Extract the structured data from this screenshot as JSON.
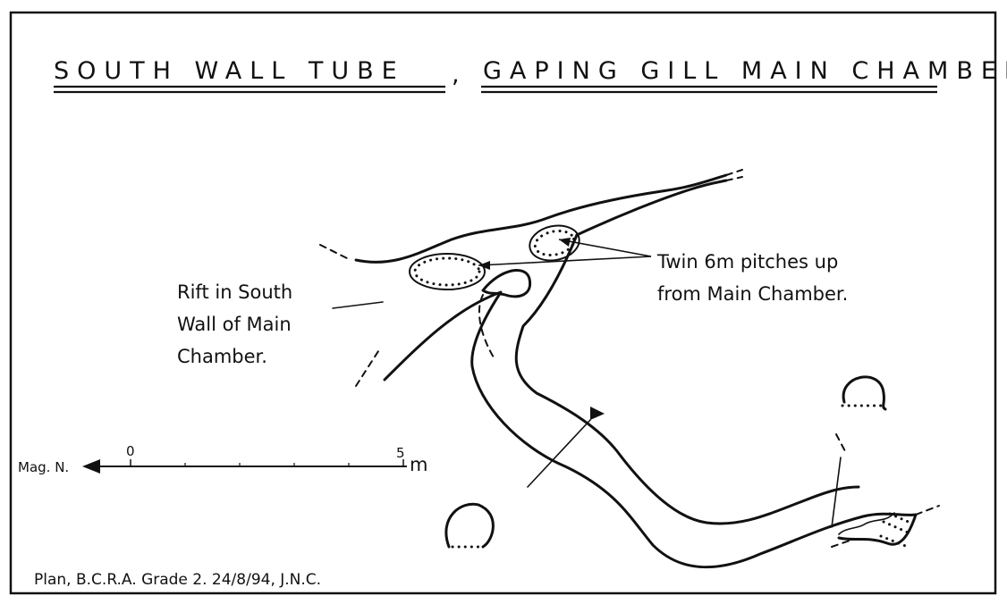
{
  "title": {
    "part1": "SOUTH WALL TUBE",
    "separator": ",",
    "part2": "GAPING GILL MAIN CHAMBER"
  },
  "labels": {
    "rift": [
      "Rift in South",
      "Wall of Main",
      "Chamber."
    ],
    "pitches": [
      "Twin 6m pitches up",
      "from Main Chamber."
    ]
  },
  "scale_bar": {
    "north_label": "Mag. N.",
    "zero": "0",
    "five": "5",
    "unit": "m"
  },
  "footer": "Plan, B.C.R.A. Grade 2. 24/8/94, J.N.C."
}
